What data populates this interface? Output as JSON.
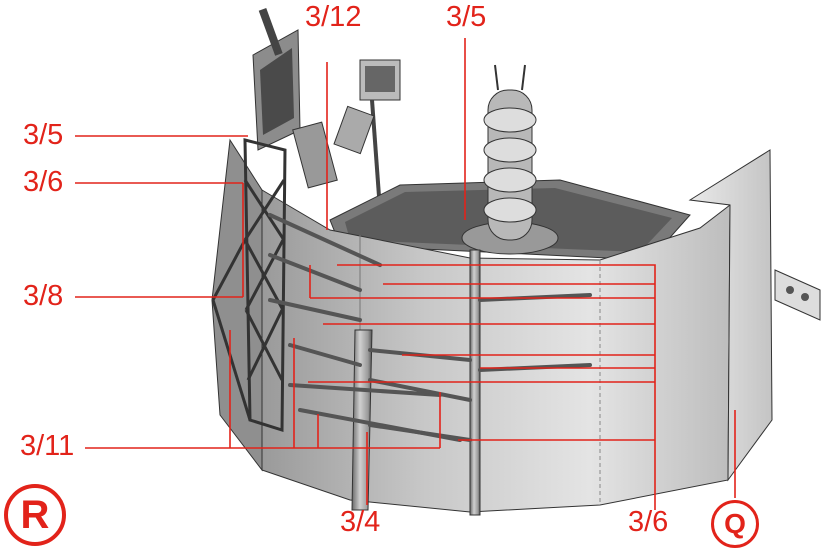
{
  "labels": {
    "p312": "3/12",
    "p35_top": "3/5",
    "p35_left": "3/5",
    "p36_left": "3/6",
    "p38": "3/8",
    "p311": "3/11",
    "p34": "3/4",
    "p36_bottom": "3/6"
  },
  "badges": {
    "r": "R",
    "q": "Q"
  },
  "colors": {
    "callout": "#e2231a",
    "model": "#d9d9d9",
    "ink": "#333333"
  }
}
